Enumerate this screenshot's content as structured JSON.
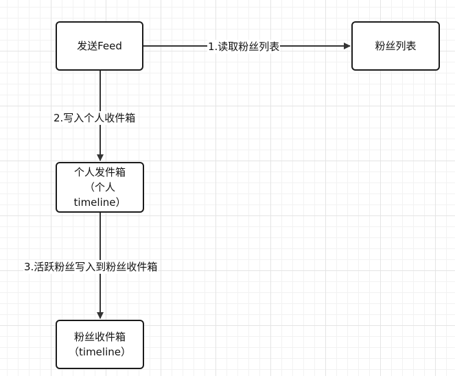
{
  "nodes": {
    "send_feed": "发送Feed",
    "fan_list": "粉丝列表",
    "personal_outbox": "个人发件箱\n（个人\ntimeline）",
    "fan_inbox": "粉丝收件箱\n（timeline）"
  },
  "edges": {
    "read_fans": "1.读取粉丝列表",
    "write_personal_inbox": "2.写入个人收件箱",
    "active_fans_write": "3.活跃粉丝写入到粉丝收件箱"
  },
  "colors": {
    "line": "#333333",
    "border": "#1a1a1a",
    "grid": "#e4e4e4"
  }
}
